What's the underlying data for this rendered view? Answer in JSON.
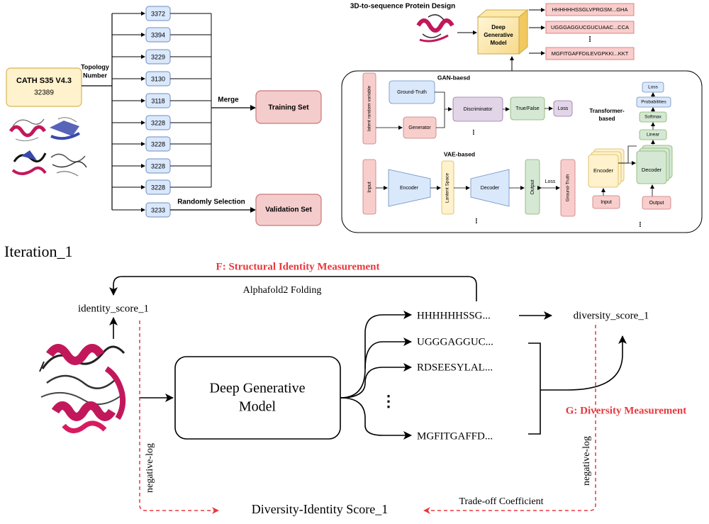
{
  "top": {
    "cath": {
      "title": "CATH S35 V4.3",
      "count": "32389"
    },
    "topology_label": [
      "Topology",
      "Number"
    ],
    "topology_numbers": [
      "3372",
      "3394",
      "3229",
      "3130",
      "3118",
      "3228",
      "3228",
      "3228",
      "3228",
      "3233"
    ],
    "merge_label": "Merge",
    "training_set": "Training Set",
    "random_label": "Randomly Selection",
    "validation_set": "Validation Set",
    "design_title": "3D-to-sequence Protein Design",
    "model_label": [
      "Deep",
      "Generative",
      "Model"
    ],
    "output_sequences": [
      "HHHHHHSSGLVPRGSM...GHA",
      "UGGGAGGUCGUCUAAC...CCA",
      "⋮",
      "MGFITGAFFDILEVGPKKI...KKT"
    ],
    "gan": {
      "title": "GAN-baesd",
      "latent": "latent random variable",
      "ground_truth": "Ground-Truth",
      "generator": "Generator",
      "discriminator": "Discriminator",
      "true_false": "True/False",
      "loss": "Loss",
      "ellipsis": "⋮"
    },
    "vae": {
      "title": "VAE-based",
      "input": "Input",
      "encoder": "Encoder",
      "latent_space": "Lantent Space",
      "decoder": "Decoder",
      "output": "Output",
      "loss": "Loss",
      "ground_truth": "Ground-Truth",
      "ellipsis": "⋮"
    },
    "transformer": {
      "title": [
        "Transformer-",
        "based"
      ],
      "loss": "Loss",
      "probabilities": "Probabilities",
      "softmax": "Softmax",
      "linear": "Linear",
      "encoder": "Encoder",
      "decoder": "Decoder",
      "input": "Input",
      "output": "Output",
      "ellipsis": "⋮"
    }
  },
  "bottom": {
    "iteration": "Iteration_1",
    "structural_title": "F: Structural Identity Measurement",
    "alphafold": "Alphafold2 Folding",
    "identity_score": "identity_score_1",
    "model_label": [
      "Deep Generative",
      "Model"
    ],
    "sequences": [
      "HHHHHHSSG...",
      "UGGGAGGUC...",
      "RDSEESYLAL...",
      "⋮",
      "MGFITGAFFD..."
    ],
    "diversity_score": "diversity_score_1",
    "diversity_title": "G: Diversity Measurement",
    "negative_log": "negative-log",
    "tradeoff": "Trade-off Coefficient",
    "di_score": "Diversity-Identity Score_1"
  },
  "colors": {
    "accent_red": "#e8383d",
    "pink_fill": "#f4cccc",
    "pink_stroke": "#c9787a",
    "blue_fill": "#dae8fc",
    "blue_stroke": "#6c8ebf",
    "yellow_fill": "#fff2cc",
    "yellow_stroke": "#d6b656",
    "purple_fill": "#e1d5e7",
    "purple_stroke": "#9673a6",
    "green_fill": "#d5e8d4",
    "green_stroke": "#82b366",
    "protein_magenta": "#c2185b"
  },
  "icons": [
    "protein-structure-icon",
    "arrow-icon",
    "dashed-arrow-icon"
  ]
}
